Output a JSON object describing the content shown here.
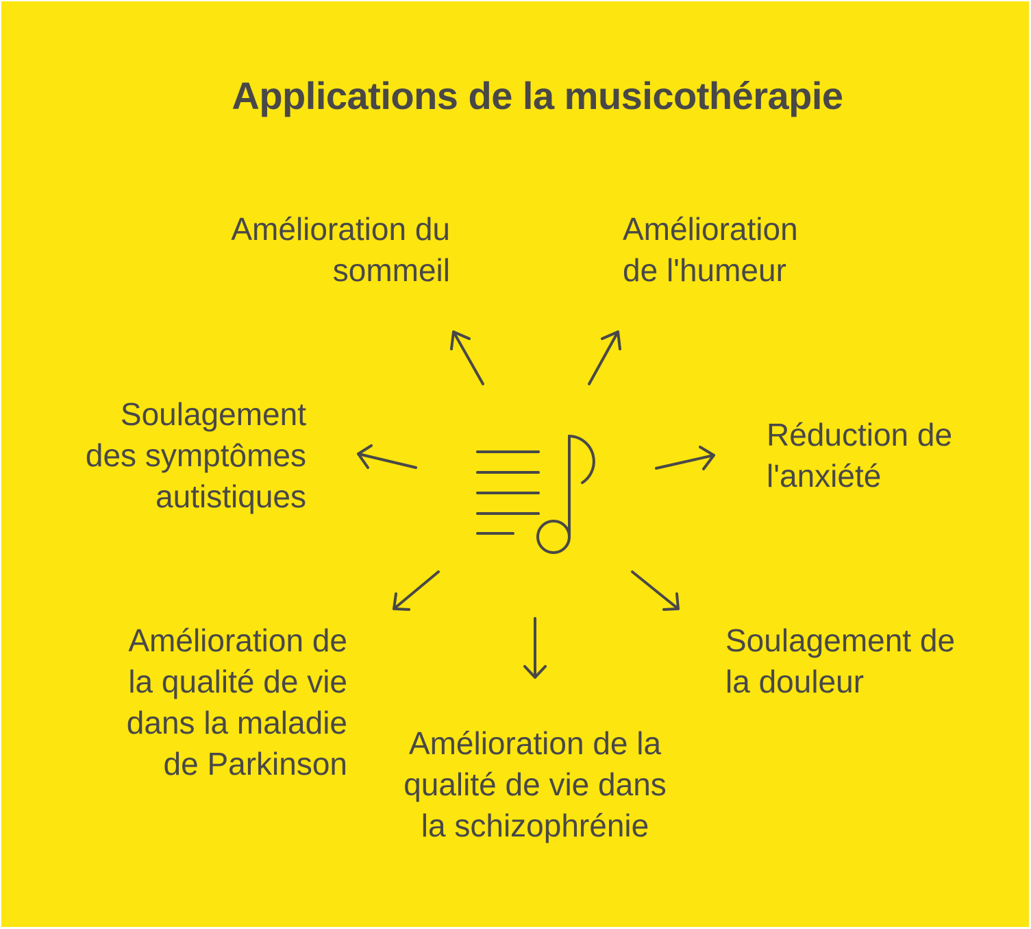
{
  "title": "Applications de la musicothérapie",
  "center_icon": "music-note-with-lines-icon",
  "colors": {
    "background": "#fde50f",
    "ink": "#484848"
  },
  "items": [
    {
      "lines": [
        "Amélioration du",
        "sommeil"
      ]
    },
    {
      "lines": [
        "Amélioration",
        "de l'humeur"
      ]
    },
    {
      "lines": [
        "Soulagement",
        "des symptômes",
        "autistiques"
      ]
    },
    {
      "lines": [
        "Réduction de",
        "l'anxiété"
      ]
    },
    {
      "lines": [
        "Amélioration de",
        "la qualité de vie",
        "dans la maladie",
        "de Parkinson"
      ]
    },
    {
      "lines": [
        "Soulagement de",
        "la douleur"
      ]
    },
    {
      "lines": [
        "Amélioration de la",
        "qualité de vie dans",
        "la schizophrénie"
      ]
    }
  ]
}
